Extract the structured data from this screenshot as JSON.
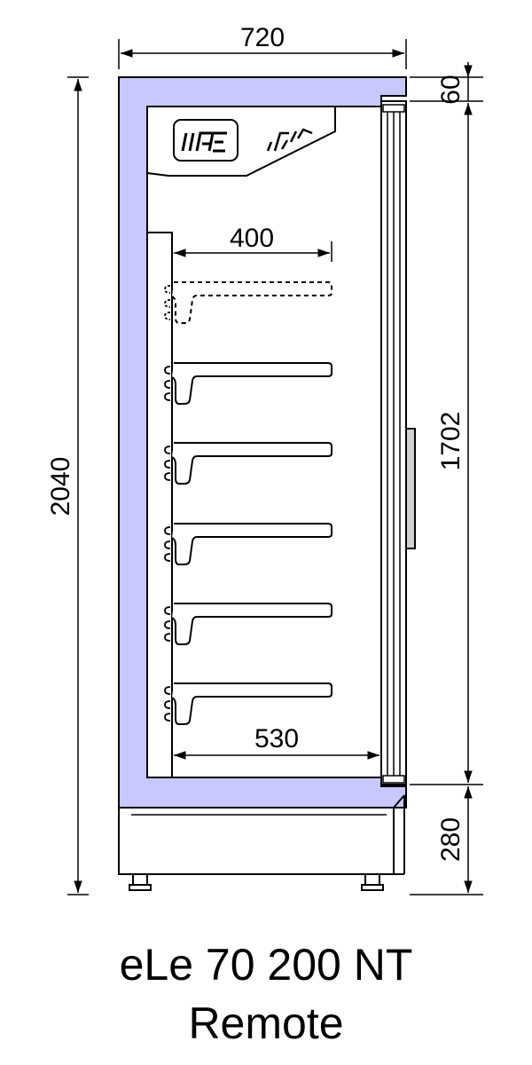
{
  "dimensions": {
    "overall_width": "720",
    "overall_height": "2040",
    "top_gap": "60",
    "door_height": "1702",
    "base_height": "280",
    "shelf_depth": "400",
    "interior_depth": "530"
  },
  "title": {
    "line1": "eLe 70 200 NT",
    "line2": "Remote"
  },
  "colors": {
    "insulation": "#c8c8ff",
    "outline": "#000000"
  },
  "icons": {
    "logo": "ifi-logo-icon",
    "lighting": "canopy-light-icon"
  },
  "shelves": {
    "dashed_count": 1,
    "solid_count": 5
  }
}
